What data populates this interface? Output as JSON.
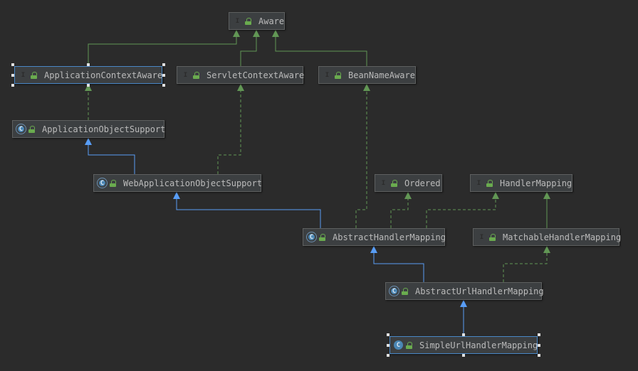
{
  "diagram": {
    "nodes": [
      {
        "id": "aware",
        "label": "Aware",
        "kind": "interface",
        "kind_letter": "I"
      },
      {
        "id": "appctx",
        "label": "ApplicationContextAware",
        "kind": "interface",
        "kind_letter": "I"
      },
      {
        "id": "servlet",
        "label": "ServletContextAware",
        "kind": "interface",
        "kind_letter": "I"
      },
      {
        "id": "beanname",
        "label": "BeanNameAware",
        "kind": "interface",
        "kind_letter": "I"
      },
      {
        "id": "appobj",
        "label": "ApplicationObjectSupport",
        "kind": "abstract",
        "kind_letter": "C"
      },
      {
        "id": "webappobj",
        "label": "WebApplicationObjectSupport",
        "kind": "abstract",
        "kind_letter": "C"
      },
      {
        "id": "ordered",
        "label": "Ordered",
        "kind": "interface",
        "kind_letter": "I"
      },
      {
        "id": "handlermapping",
        "label": "HandlerMapping",
        "kind": "interface",
        "kind_letter": "I"
      },
      {
        "id": "abstracthm",
        "label": "AbstractHandlerMapping",
        "kind": "abstract",
        "kind_letter": "C"
      },
      {
        "id": "matchable",
        "label": "MatchableHandlerMapping",
        "kind": "interface",
        "kind_letter": "I"
      },
      {
        "id": "abstracturl",
        "label": "AbstractUrlHandlerMapping",
        "kind": "abstract",
        "kind_letter": "C"
      },
      {
        "id": "simpleurl",
        "label": "SimpleUrlHandlerMapping",
        "kind": "class",
        "kind_letter": "C"
      }
    ],
    "edges": [
      {
        "from": "appctx",
        "to": "aware",
        "type": "extends-interface"
      },
      {
        "from": "servlet",
        "to": "aware",
        "type": "extends-interface"
      },
      {
        "from": "beanname",
        "to": "aware",
        "type": "extends-interface"
      },
      {
        "from": "appobj",
        "to": "appctx",
        "type": "implements"
      },
      {
        "from": "webappobj",
        "to": "appobj",
        "type": "extends-class"
      },
      {
        "from": "webappobj",
        "to": "servlet",
        "type": "implements"
      },
      {
        "from": "abstracthm",
        "to": "webappobj",
        "type": "extends-class"
      },
      {
        "from": "abstracthm",
        "to": "beanname",
        "type": "implements"
      },
      {
        "from": "abstracthm",
        "to": "ordered",
        "type": "implements"
      },
      {
        "from": "abstracthm",
        "to": "handlermapping",
        "type": "implements"
      },
      {
        "from": "matchable",
        "to": "handlermapping",
        "type": "extends-interface"
      },
      {
        "from": "abstracturl",
        "to": "abstracthm",
        "type": "extends-class"
      },
      {
        "from": "abstracturl",
        "to": "matchable",
        "type": "implements"
      },
      {
        "from": "simpleurl",
        "to": "abstracturl",
        "type": "extends-class"
      }
    ],
    "selected": [
      "appctx",
      "simpleurl"
    ],
    "colors": {
      "background": "#2b2b2b",
      "interface_edge": "#629755",
      "class_edge": "#589df6",
      "interface_badge": "#629755",
      "class_badge": "#4a86b4",
      "selection": "#4a88c7"
    }
  }
}
